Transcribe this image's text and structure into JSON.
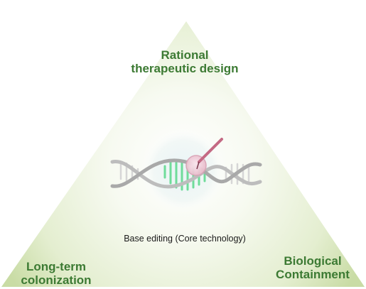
{
  "colors": {
    "label_green": "#3c7a33",
    "triangle_light": "#f2f7e8",
    "triangle_edge": "#c7d9a2",
    "helix_strand": "#b9b9b9",
    "base_pair_green": "#6fdc9a",
    "tool_pink": "#c46a84",
    "halo_blue": "#e3f0f2"
  },
  "diagram": {
    "top_vertex": {
      "line1": "Rational",
      "line2": "therapeutic design"
    },
    "left_vertex": {
      "line1": "Long-term",
      "line2": "colonization"
    },
    "right_vertex": {
      "line1": "Biological",
      "line2": "Containment"
    },
    "center_label": "Base editing (Core technology)",
    "center_graphic": "dna-double-helix-with-editor-needle"
  }
}
